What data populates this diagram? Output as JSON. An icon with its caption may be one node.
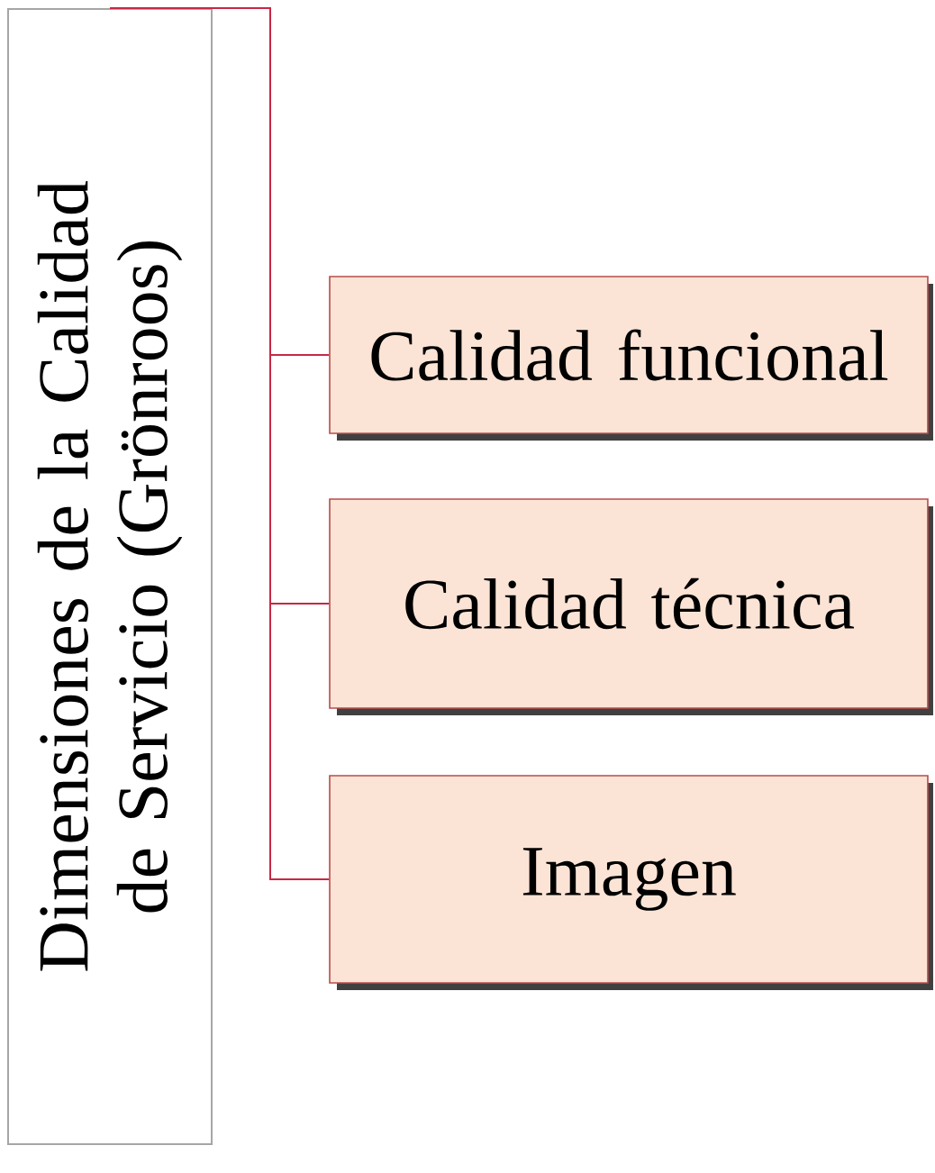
{
  "diagram": {
    "nodes": [
      {
        "text": [
          "Dimensiones de la Calidad de Servicio (Grönroos)"
        ]
      },
      {
        "text": [
          "Calidad funcional"
        ]
      },
      {
        "text": [
          "Calidad técnica"
        ]
      },
      {
        "text": [
          "Imagen"
        ]
      }
    ],
    "edges": [
      {
        "from": 0,
        "to": 1,
        "arrow": "none"
      },
      {
        "from": 0,
        "to": 2,
        "arrow": "none"
      },
      {
        "from": 0,
        "to": 3,
        "arrow": "none"
      }
    ]
  }
}
